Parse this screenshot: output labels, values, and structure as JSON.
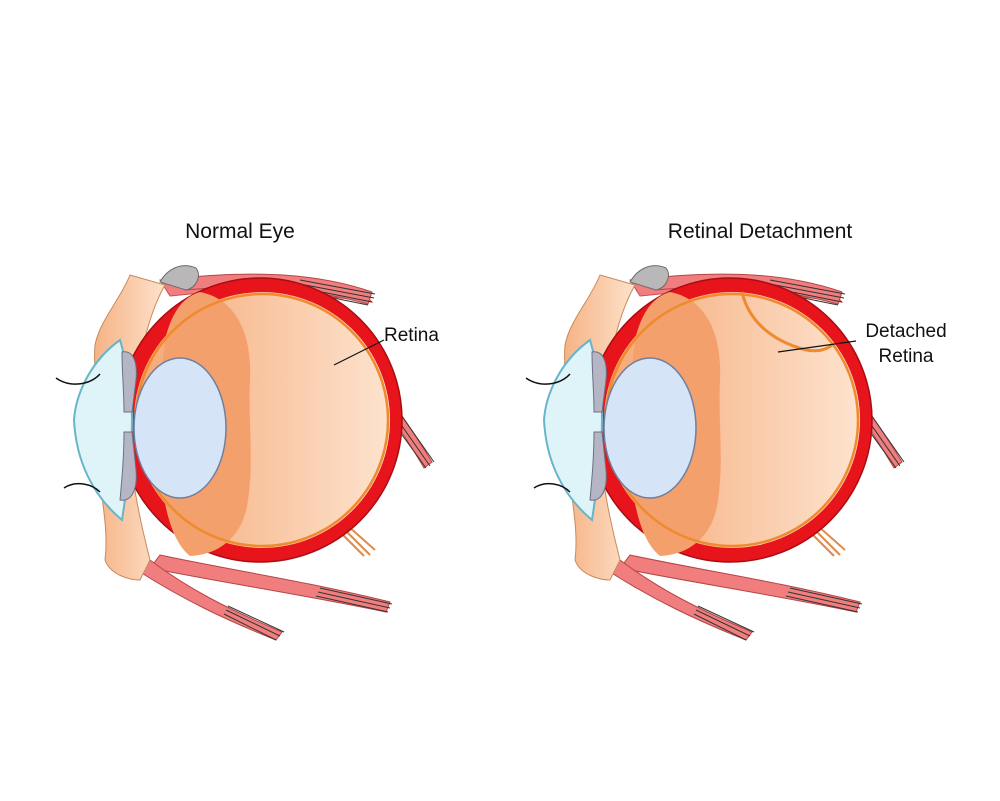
{
  "panels": [
    {
      "title": "Normal Eye",
      "label": "Retina"
    },
    {
      "title": "Retinal Detachment",
      "label_line1": "Detached",
      "label_line2": "Retina"
    }
  ],
  "colors": {
    "sclera": "#e8141b",
    "vitreous_dark": "#f5a874",
    "vitreous_light": "#fde3cf",
    "ciliary": "#f4a06c",
    "cornea": "#dff4f8",
    "cornea_edge": "#68b4c9",
    "iris": "#b4b6c6",
    "lens": "#d6e4f7",
    "muscle": "#f07e7e",
    "muscle_light": "#f6a7a7",
    "skin": "#f8c39a",
    "fat": "#b9b7b7",
    "retina": "#ef8a2e"
  }
}
